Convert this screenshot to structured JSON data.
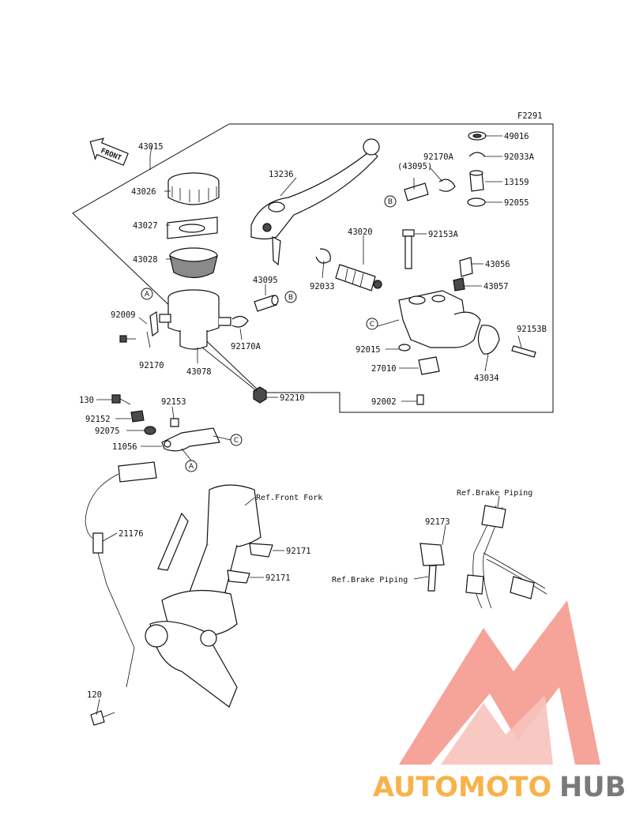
{
  "figure_code": "F2291",
  "front_arrow": "FRONT",
  "callouts": [
    {
      "id": "p49016",
      "text": "49016"
    },
    {
      "id": "p92033A",
      "text": "92033A"
    },
    {
      "id": "p92170A_top",
      "text": "92170A"
    },
    {
      "id": "p43095_paren",
      "text": "(43095)"
    },
    {
      "id": "p13159",
      "text": "13159"
    },
    {
      "id": "p92055",
      "text": "92055"
    },
    {
      "id": "p43015",
      "text": "43015"
    },
    {
      "id": "p13236",
      "text": "13236"
    },
    {
      "id": "p43026",
      "text": "43026"
    },
    {
      "id": "p43027",
      "text": "43027"
    },
    {
      "id": "p43028",
      "text": "43028"
    },
    {
      "id": "p43020",
      "text": "43020"
    },
    {
      "id": "p92153A",
      "text": "92153A"
    },
    {
      "id": "p43056",
      "text": "43056"
    },
    {
      "id": "p43095",
      "text": "43095"
    },
    {
      "id": "p92033",
      "text": "92033"
    },
    {
      "id": "p43057",
      "text": "43057"
    },
    {
      "id": "p92009",
      "text": "92009"
    },
    {
      "id": "p92153B",
      "text": "92153B"
    },
    {
      "id": "p92170A_mid",
      "text": "92170A"
    },
    {
      "id": "p92015",
      "text": "92015"
    },
    {
      "id": "p92170",
      "text": "92170"
    },
    {
      "id": "p43078",
      "text": "43078"
    },
    {
      "id": "p27010",
      "text": "27010"
    },
    {
      "id": "p43034",
      "text": "43034"
    },
    {
      "id": "p92210",
      "text": "92210"
    },
    {
      "id": "p92002",
      "text": "92002"
    },
    {
      "id": "p130",
      "text": "130"
    },
    {
      "id": "p92153",
      "text": "92153"
    },
    {
      "id": "p92152",
      "text": "92152"
    },
    {
      "id": "p92075",
      "text": "92075"
    },
    {
      "id": "p11056",
      "text": "11056"
    },
    {
      "id": "p21176",
      "text": "21176"
    },
    {
      "id": "p92171a",
      "text": "92171"
    },
    {
      "id": "p92171b",
      "text": "92171"
    },
    {
      "id": "p92173",
      "text": "92173"
    },
    {
      "id": "p120",
      "text": "120"
    }
  ],
  "references": [
    {
      "id": "ref_fork",
      "text": "Ref.Front Fork"
    },
    {
      "id": "ref_pipe1",
      "text": "Ref.Brake Piping"
    },
    {
      "id": "ref_pipe2",
      "text": "Ref.Brake Piping"
    }
  ],
  "circle_markers": [
    "A",
    "B",
    "C"
  ],
  "watermark": {
    "text_a": "AUTOMOTO",
    "text_b": "HUB",
    "color_accent": "#f08a80",
    "color_logo": "#f59a8f",
    "color_text_a": "#f7b24a",
    "color_text_b": "#7a7a7a"
  }
}
